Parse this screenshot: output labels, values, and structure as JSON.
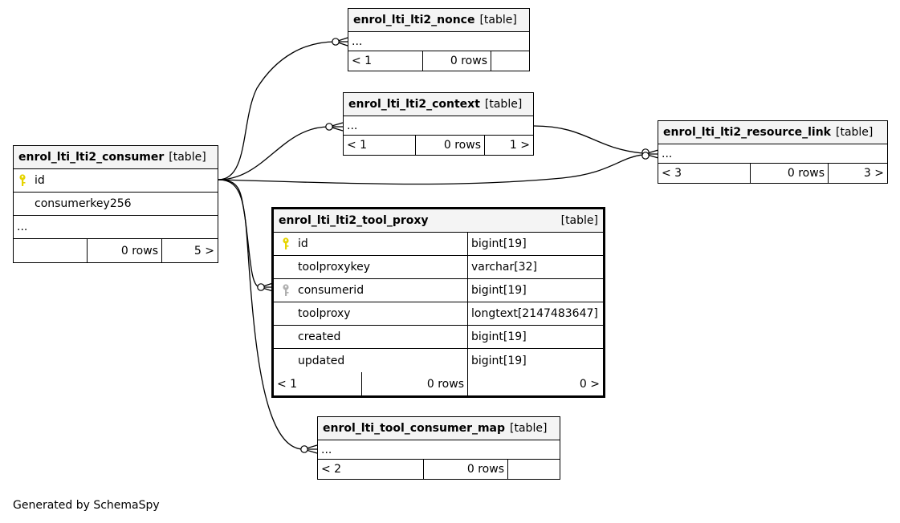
{
  "colors": {
    "primary_key": "#e6d400",
    "foreign_key": "#b0b0b0",
    "header_bg": "#f4f4f4"
  },
  "consumer": {
    "name": "enrol_lti_lti2_consumer",
    "tag": "[table]",
    "columns": [
      "id",
      "consumerkey256"
    ],
    "ellipsis": "...",
    "footer": {
      "left": "",
      "rows": "0 rows",
      "right": "5 >"
    }
  },
  "nonce": {
    "name": "enrol_lti_lti2_nonce",
    "tag": "[table]",
    "ellipsis": "...",
    "footer": {
      "left": "< 1",
      "rows": "0 rows",
      "right": ""
    }
  },
  "context": {
    "name": "enrol_lti_lti2_context",
    "tag": "[table]",
    "ellipsis": "...",
    "footer": {
      "left": "< 1",
      "rows": "0 rows",
      "right": "1 >"
    }
  },
  "resource_link": {
    "name": "enrol_lti_lti2_resource_link",
    "tag": "[table]",
    "ellipsis": "...",
    "footer": {
      "left": "< 3",
      "rows": "0 rows",
      "right": "3 >"
    }
  },
  "tool_proxy": {
    "name": "enrol_lti_lti2_tool_proxy",
    "tag": "[table]",
    "columns": [
      {
        "name": "id",
        "type": "bigint[19]",
        "key": "primary"
      },
      {
        "name": "toolproxykey",
        "type": "varchar[32]",
        "key": ""
      },
      {
        "name": "consumerid",
        "type": "bigint[19]",
        "key": "foreign"
      },
      {
        "name": "toolproxy",
        "type": "longtext[2147483647]",
        "key": ""
      },
      {
        "name": "created",
        "type": "bigint[19]",
        "key": ""
      },
      {
        "name": "updated",
        "type": "bigint[19]",
        "key": ""
      }
    ],
    "footer": {
      "left": "< 1",
      "rows": "0 rows",
      "right": "0 >"
    }
  },
  "consumer_map": {
    "name": "enrol_lti_tool_consumer_map",
    "tag": "[table]",
    "ellipsis": "...",
    "footer": {
      "left": "< 2",
      "rows": "0 rows",
      "right": ""
    }
  },
  "footer_text": "Generated by SchemaSpy"
}
